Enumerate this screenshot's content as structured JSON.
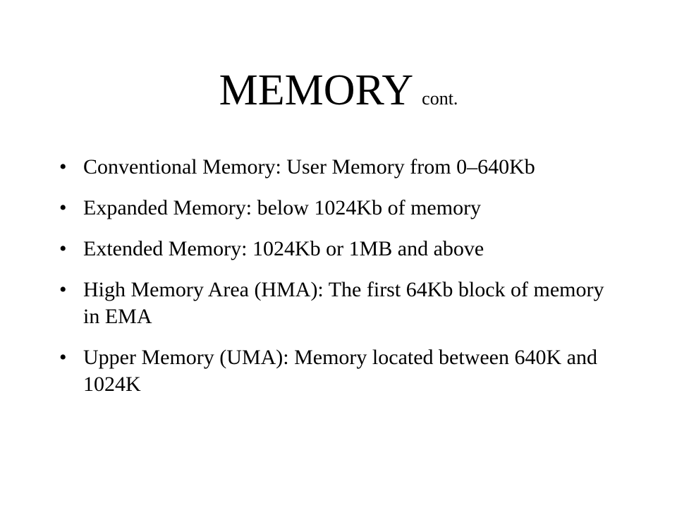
{
  "slide": {
    "title": "MEMORY",
    "title_suffix": "cont.",
    "bullet_char": "•",
    "bullets": [
      "Conventional Memory: User Memory from 0–640Kb",
      "Expanded Memory: below 1024Kb of memory",
      "Extended Memory: 1024Kb or 1MB and above",
      "High Memory Area (HMA): The first 64Kb block of memory in EMA",
      "Upper Memory (UMA): Memory located between 640K and 1024K"
    ]
  }
}
